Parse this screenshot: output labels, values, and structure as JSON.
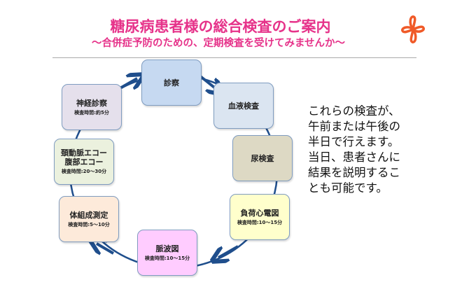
{
  "header": {
    "title": "糖尿病患者様の総合検査のご案内",
    "subtitle": "～合併症予防のための、定期検査を受けてみませんか～"
  },
  "steps": [
    {
      "name": "診察",
      "time": "",
      "color": "#c6d9f1"
    },
    {
      "name": "血液検査",
      "time": "",
      "color": "#dbe5f1"
    },
    {
      "name": "尿検査",
      "time": "",
      "color": "#ddd9c4"
    },
    {
      "name": "負荷心電図",
      "time": "検査時間:10～15分",
      "color": "#ffffcc"
    },
    {
      "name": "脈波図",
      "time": "検査時間:10～15分",
      "color": "#ffccff"
    },
    {
      "name": "体組成測定",
      "time": "検査時間:5～10分",
      "color": "#fdeada"
    },
    {
      "name": "頚動脈エコー\n腹部エコー",
      "time": "検査時間:20～30分",
      "color": "#ebf1de"
    },
    {
      "name": "神経診察",
      "time": "検査時間:約5分",
      "color": "#e5e0ec"
    }
  ],
  "side_text": [
    "これらの検査が、",
    "午前または午後の",
    "半日で行えます。",
    "当日、患者さんに",
    "結果を説明するこ",
    "とも可能です。"
  ],
  "colors": {
    "title": "#e6338a",
    "arrow": "#1f4e8c",
    "logo": "#f05a28"
  }
}
